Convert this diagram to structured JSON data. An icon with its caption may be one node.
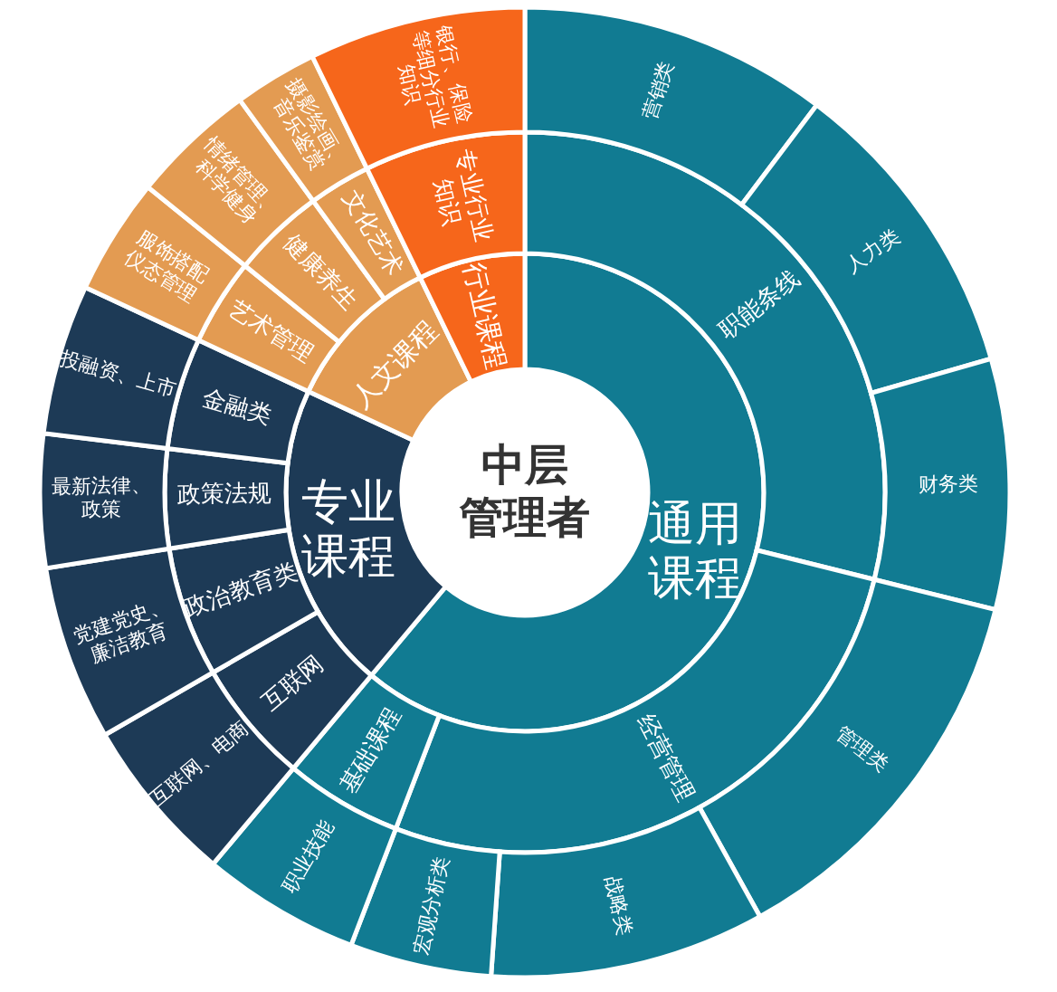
{
  "diagram": {
    "nodes": [
      {
        "text": [
          "中层管理者"
        ]
      },
      {
        "text": [
          "通用课程"
        ]
      },
      {
        "text": [
          "专业课程"
        ]
      },
      {
        "text": [
          "人文课程"
        ]
      },
      {
        "text": [
          "行业课程"
        ]
      },
      {
        "text": [
          "职能条线"
        ]
      },
      {
        "text": [
          "经营管理"
        ]
      },
      {
        "text": [
          "基础课程"
        ]
      },
      {
        "text": [
          "互联网"
        ]
      },
      {
        "text": [
          "政治教育类"
        ]
      },
      {
        "text": [
          "政策法规"
        ]
      },
      {
        "text": [
          "金融类"
        ]
      },
      {
        "text": [
          "艺术管理"
        ]
      },
      {
        "text": [
          "健康养生"
        ]
      },
      {
        "text": [
          "文化艺术"
        ]
      },
      {
        "text": [
          "专业行业知识"
        ]
      },
      {
        "text": [
          "营销类"
        ]
      },
      {
        "text": [
          "人力类"
        ]
      },
      {
        "text": [
          "财务类"
        ]
      },
      {
        "text": [
          "管理类"
        ]
      },
      {
        "text": [
          "战略类"
        ]
      },
      {
        "text": [
          "宏观分析类"
        ]
      },
      {
        "text": [
          "职业技能"
        ]
      },
      {
        "text": [
          "互联网、电商"
        ]
      },
      {
        "text": [
          "党建党史、廉洁教育"
        ]
      },
      {
        "text": [
          "最新法律、政策"
        ]
      },
      {
        "text": [
          "投融资、上市"
        ]
      },
      {
        "text": [
          "服饰搭配仪态管理"
        ]
      },
      {
        "text": [
          "情绪管理、科学健身"
        ]
      },
      {
        "text": [
          "摄影绘画、音乐鉴赏"
        ]
      },
      {
        "text": [
          "银行、保险等细分行业知识"
        ]
      }
    ]
  }
}
